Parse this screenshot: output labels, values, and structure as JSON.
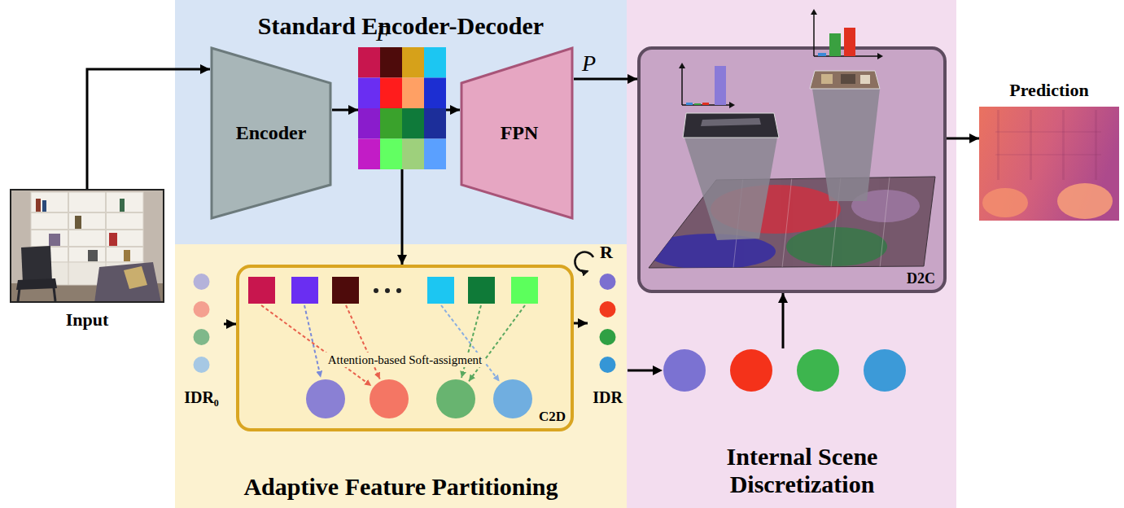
{
  "diagram": {
    "nodes": [
      {
        "text": [
          "Input"
        ]
      },
      {
        "text": [
          "Standard Encoder-Decoder"
        ]
      },
      {
        "text": [
          "Encoder"
        ],
        "in": 1
      },
      {
        "text": [
          "F"
        ],
        "in": 1
      },
      {
        "text": [
          "FPN"
        ],
        "in": 1
      },
      {
        "text": [
          "Internal Scene Discretization"
        ]
      },
      {
        "text": [
          "D2C"
        ],
        "in": 5
      },
      {
        "text": [
          "Prediction"
        ]
      },
      {
        "text": [
          "Adaptive Feature Partitioning"
        ]
      },
      {
        "text": [
          "IDR₀"
        ],
        "in": 8
      },
      {
        "text": [
          "Attention-based Soft-assigment",
          "C2D"
        ],
        "in": 8
      },
      {
        "text": [
          "IDR"
        ],
        "in": 8
      }
    ],
    "edges": [
      {
        "from": 0,
        "to": 2,
        "arrow": "to"
      },
      {
        "from": 2,
        "to": 3,
        "arrow": "to"
      },
      {
        "from": 3,
        "to": 4,
        "arrow": "to"
      },
      {
        "from": 4,
        "to": 6,
        "label": "P",
        "arrow": "to"
      },
      {
        "from": 6,
        "to": 7,
        "arrow": "to"
      },
      {
        "from": 3,
        "to": 10,
        "arrow": "to"
      },
      {
        "from": 9,
        "to": 10,
        "arrow": "to"
      },
      {
        "from": 10,
        "to": 11,
        "arrow": "to"
      },
      {
        "from": 11,
        "to": 6,
        "arrow": "to"
      }
    ],
    "labels": [
      "R"
    ]
  }
}
